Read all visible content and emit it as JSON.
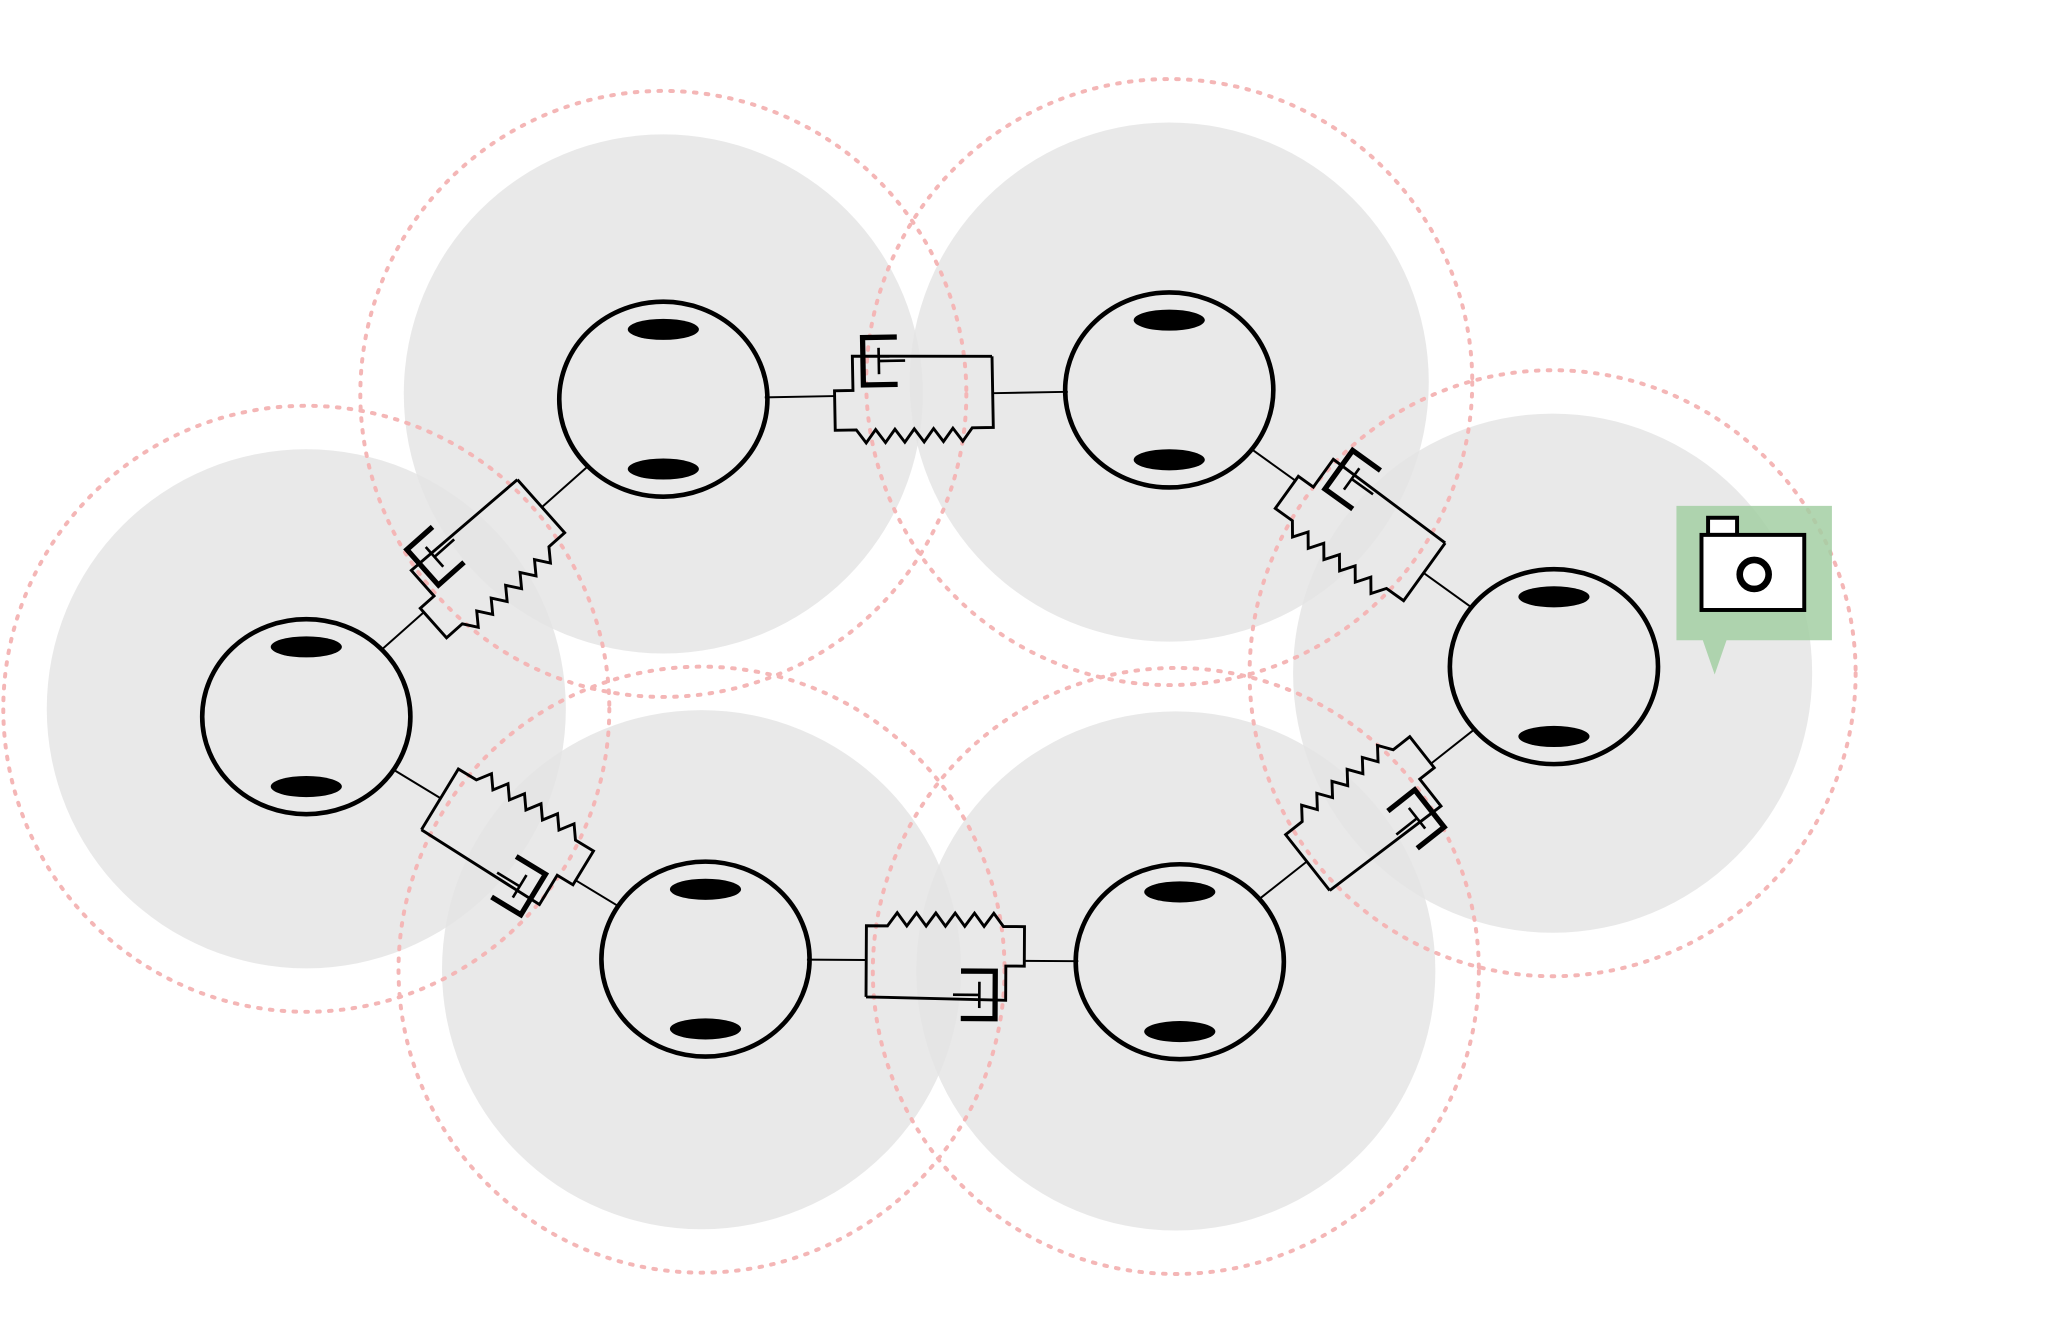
{
  "diagram": {
    "kind": "ring of rigid bodies linked by spring-damper joints",
    "colors": {
      "background": "#ffffff",
      "influence_zone": "#e4e4e4",
      "range_ring": "#f4b6b6",
      "outline": "#000000",
      "camera_panel": "#a3cfa3",
      "camera_body": "#ffffff"
    },
    "nodes": [
      {
        "id": "node-1",
        "icon": "body-icon"
      },
      {
        "id": "node-2",
        "icon": "body-icon"
      },
      {
        "id": "node-3",
        "icon": "body-icon"
      },
      {
        "id": "node-4",
        "icon": "body-icon"
      },
      {
        "id": "node-5",
        "icon": "body-icon"
      },
      {
        "id": "node-6",
        "icon": "body-icon"
      }
    ],
    "links": [
      {
        "from": "node-1",
        "to": "node-2",
        "type": "spring-damper"
      },
      {
        "from": "node-2",
        "to": "node-3",
        "type": "spring-damper"
      },
      {
        "from": "node-3",
        "to": "node-4",
        "type": "spring-damper"
      },
      {
        "from": "node-4",
        "to": "node-5",
        "type": "spring-damper"
      },
      {
        "from": "node-5",
        "to": "node-6",
        "type": "spring-damper"
      },
      {
        "from": "node-6",
        "to": "node-1",
        "type": "spring-damper"
      }
    ],
    "attachment": {
      "node": "node-4",
      "icon": "camera-icon"
    }
  }
}
